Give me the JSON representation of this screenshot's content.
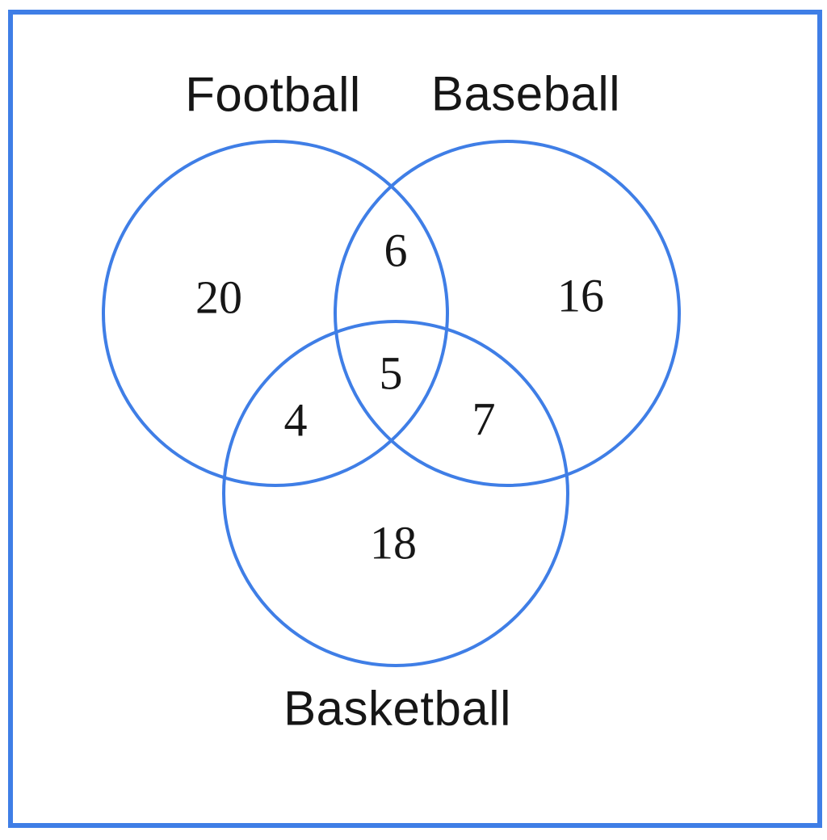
{
  "venn": {
    "type": "venn-diagram",
    "accent_color": "#3f7ee6",
    "text_color": "#161616",
    "sets": [
      {
        "label": "Football"
      },
      {
        "label": "Baseball"
      },
      {
        "label": "Basketball"
      }
    ],
    "regions": {
      "football_only": "20",
      "baseball_only": "16",
      "basketball_only": "18",
      "football_and_baseball": "6",
      "football_and_basketball": "4",
      "baseball_and_basketball": "7",
      "all_three": "5"
    }
  }
}
